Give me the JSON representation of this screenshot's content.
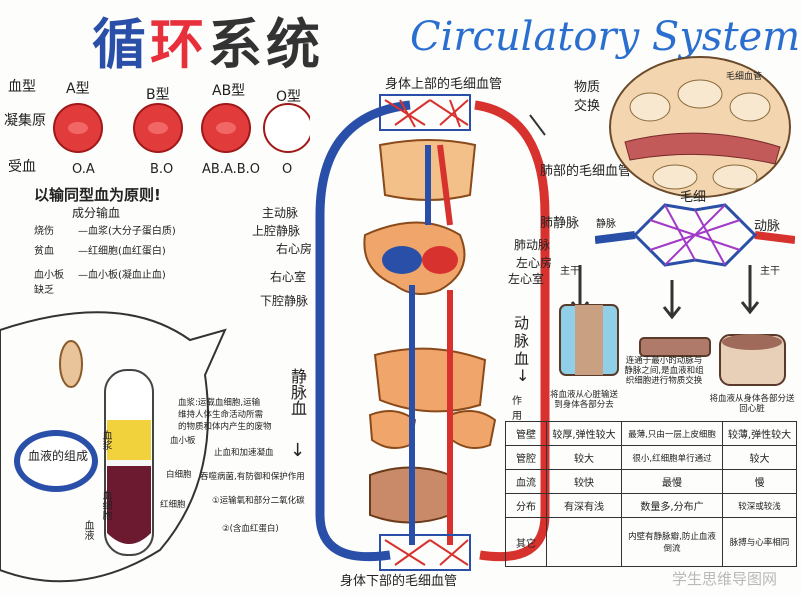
{
  "title": {
    "cn": "循环系统",
    "en": "Circulatory System"
  },
  "colors": {
    "artery": "#d8322f",
    "vein": "#2a4fa8",
    "heart": "#f0a66b",
    "title_red": "#e8303c",
    "title_blue": "#2a6fd0",
    "title_green": "#9acb4a"
  },
  "blood_types": {
    "row_labels": [
      "血型",
      "凝集原",
      "受血"
    ],
    "types": [
      {
        "name": "A型",
        "recv": "O.A"
      },
      {
        "name": "B型",
        "recv": "B.O"
      },
      {
        "name": "AB型",
        "recv": "AB.A.B.O"
      },
      {
        "name": "O型",
        "recv": "O"
      }
    ]
  },
  "transfusion": {
    "heading": "以输同型血为原则!",
    "sub": "成分输血",
    "rows": [
      {
        "cond": "烧伤",
        "give": "—血浆(大分子蛋白质)"
      },
      {
        "cond": "贫血",
        "give": "—红细胞(血红蛋白)"
      },
      {
        "cond": "血小板缺乏",
        "give": "—血小板(凝血止血)"
      }
    ]
  },
  "blood_comp": {
    "bubble": "血液的组成",
    "labels": {
      "blood": "血液",
      "plasma": "血浆",
      "cells": "血细胞"
    },
    "notes": [
      "血浆:运载血细胞,运输",
      "维持人体生命活动所需",
      "的物质和体内产生的废物",
      "血小板",
      "白细胞",
      "止血和加速凝血",
      "吞噬病菌,有防御和保护作用",
      "红细胞",
      "①运输氧和部分二氧化碳",
      "②(含血红蛋白)"
    ]
  },
  "diagram": {
    "top_label": "身体上部的毛细血管",
    "lung_label": "肺部的毛细血管",
    "bottom_label": "身体下部的毛细血管",
    "left_labels": [
      "主动脉",
      "上腔静脉",
      "右心房",
      "右心室",
      "下腔静脉"
    ],
    "right_labels": [
      "肺静脉",
      "肺动脉",
      "左心房",
      "左心室"
    ],
    "artery_word": "动脉血",
    "vein_word": "静脉血",
    "vein_arrow": "↓"
  },
  "exchange": {
    "label": "物质交换",
    "inner": "毛细血管"
  },
  "capillary_cluster": {
    "cap": "毛细",
    "vein": "静脉",
    "artery": "动脉",
    "main": "主干",
    "main2": "主干"
  },
  "vessel_types": {
    "artery_col": [
      "动",
      "脉",
      "血"
    ],
    "arrow": "↓",
    "func_label": "作用",
    "descriptions": [
      "将血液从心脏输送到身体各部分去",
      "连通于最小的动脉与静脉之间,是血液和组织细胞进行物质交换",
      "将血液从身体各部分送回心脏"
    ]
  },
  "comparison_table": {
    "rows": [
      [
        "管壁",
        "较厚,弹性较大",
        "最薄,只由一层上皮细胞",
        "较薄,弹性较大"
      ],
      [
        "管腔",
        "较大",
        "很小,红细胞单行通过",
        "较大"
      ],
      [
        "血流",
        "较快",
        "最慢",
        "慢"
      ],
      [
        "分布",
        "有深有浅",
        "数量多,分布广",
        "较深或较浅"
      ],
      [
        "其它",
        "",
        "内壁有静脉瓣,防止血液倒流",
        "脉搏与心率相同"
      ]
    ]
  },
  "watermark": "学生思维导图网"
}
